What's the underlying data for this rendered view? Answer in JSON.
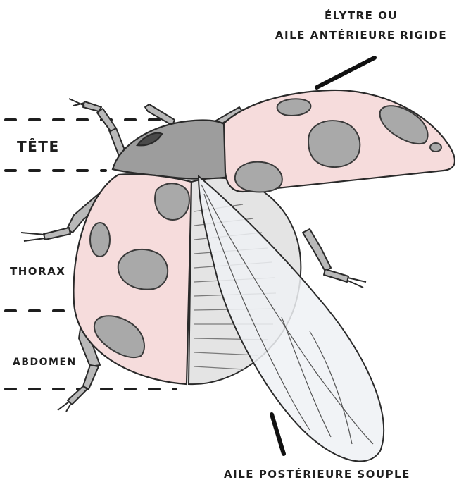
{
  "labels": {
    "head": "TÊTE",
    "thorax": "THORAX",
    "abdomen": "ABDOMEN",
    "elytra_line1": "ÉLYTRE OU",
    "elytra_line2": "AILE ANTÉRIEURE RIGIDE",
    "hind_wing": "AILE POSTÉRIEURE SOUPLE"
  },
  "colors": {
    "outline": "#2a2a2a",
    "elytra_fill": "#f6dcdc",
    "spot_fill": "#a9a9a9",
    "body_gray": "#b9b9b9",
    "pronotum_gray": "#9d9d9d",
    "wing_fill": "#eef1f5",
    "abdomen_fill": "#e4e4e4"
  }
}
